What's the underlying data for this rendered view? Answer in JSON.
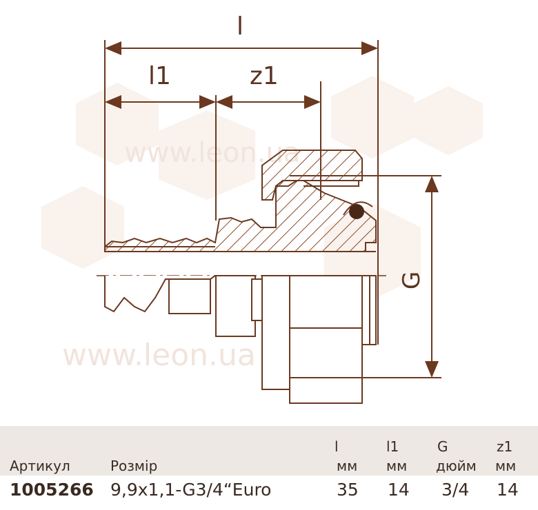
{
  "drawing": {
    "dim_labels": {
      "l": "l",
      "l1": "l1",
      "z1": "z1",
      "G": "G"
    },
    "watermark": "www.leon.ua",
    "colors": {
      "line": "#6b3820",
      "hatch": "#8a4a2a",
      "accent": "#7a3c22"
    }
  },
  "table": {
    "headers": {
      "article": "Артикул",
      "size": "Розмір",
      "l": "l",
      "l_unit": "мм",
      "l1": "l1",
      "l1_unit": "мм",
      "G": "G",
      "G_unit": "дюйм",
      "z1": "z1",
      "z1_unit": "мм"
    },
    "row": {
      "article": "1005266",
      "size": "9,9x1,1-G3/4“Euro",
      "l": "35",
      "l1": "14",
      "G": "3/4",
      "z1": "14"
    }
  }
}
